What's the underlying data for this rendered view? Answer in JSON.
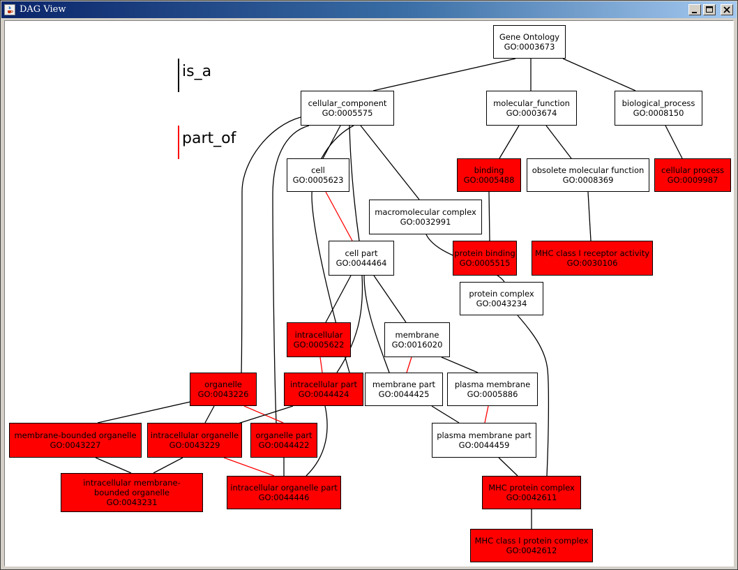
{
  "window": {
    "title": "DAG View",
    "buttons": [
      "minimize",
      "maximize",
      "close"
    ]
  },
  "legend": [
    {
      "label": "is_a",
      "color": "#000000"
    },
    {
      "label": "part_of",
      "color": "#ff0000"
    }
  ],
  "colors": {
    "highlight": "#ff0000",
    "plain": "#ffffff",
    "is_a_edge": "#000000",
    "part_of_edge": "#ff0000"
  },
  "nodes": {
    "n3673": {
      "name": "Gene Ontology",
      "id": "GO:0003673",
      "highlighted": false
    },
    "n5575": {
      "name": "cellular_component",
      "id": "GO:0005575",
      "highlighted": false
    },
    "n3674": {
      "name": "molecular_function",
      "id": "GO:0003674",
      "highlighted": false
    },
    "n8150": {
      "name": "biological_process",
      "id": "GO:0008150",
      "highlighted": false
    },
    "n5623": {
      "name": "cell",
      "id": "GO:0005623",
      "highlighted": false
    },
    "n5488": {
      "name": "binding",
      "id": "GO:0005488",
      "highlighted": true
    },
    "n8369": {
      "name": "obsolete molecular function",
      "id": "GO:0008369",
      "highlighted": false
    },
    "n9987": {
      "name": "cellular process",
      "id": "GO:0009987",
      "highlighted": true
    },
    "n32991": {
      "name": "macromolecular complex",
      "id": "GO:0032991",
      "highlighted": false
    },
    "n44464": {
      "name": "cell part",
      "id": "GO:0044464",
      "highlighted": false
    },
    "n5515": {
      "name": "protein binding",
      "id": "GO:0005515",
      "highlighted": true
    },
    "n30106": {
      "name": "MHC class I receptor activity",
      "id": "GO:0030106",
      "highlighted": true
    },
    "n43234": {
      "name": "protein complex",
      "id": "GO:0043234",
      "highlighted": false
    },
    "n5622": {
      "name": "intracellular",
      "id": "GO:0005622",
      "highlighted": true
    },
    "n16020": {
      "name": "membrane",
      "id": "GO:0016020",
      "highlighted": false
    },
    "n43226": {
      "name": "organelle",
      "id": "GO:0043226",
      "highlighted": true
    },
    "n44424": {
      "name": "intracellular part",
      "id": "GO:0044424",
      "highlighted": true
    },
    "n44425": {
      "name": "membrane part",
      "id": "GO:0044425",
      "highlighted": false
    },
    "n5886": {
      "name": "plasma membrane",
      "id": "GO:0005886",
      "highlighted": false
    },
    "n43227": {
      "name": "membrane-bounded organelle",
      "id": "GO:0043227",
      "highlighted": true
    },
    "n43229": {
      "name": "intracellular organelle",
      "id": "GO:0043229",
      "highlighted": true
    },
    "n44422": {
      "name": "organelle part",
      "id": "GO:0044422",
      "highlighted": true
    },
    "n44459": {
      "name": "plasma membrane part",
      "id": "GO:0044459",
      "highlighted": false
    },
    "n43231": {
      "name": "intracellular membrane-bounded organelle",
      "id": "GO:0043231",
      "highlighted": true
    },
    "n44446": {
      "name": "intracellular organelle part",
      "id": "GO:0044446",
      "highlighted": true
    },
    "n42611": {
      "name": "MHC protein complex",
      "id": "GO:0042611",
      "highlighted": true
    },
    "n42612": {
      "name": "MHC class I protein complex",
      "id": "GO:0042612",
      "highlighted": true
    }
  },
  "edges": [
    {
      "from": "n5575",
      "to": "n3673",
      "type": "is_a"
    },
    {
      "from": "n3674",
      "to": "n3673",
      "type": "is_a"
    },
    {
      "from": "n8150",
      "to": "n3673",
      "type": "is_a"
    },
    {
      "from": "n5623",
      "to": "n5575",
      "type": "is_a"
    },
    {
      "from": "n44464",
      "to": "n5575",
      "type": "is_a"
    },
    {
      "from": "n32991",
      "to": "n5575",
      "type": "is_a"
    },
    {
      "from": "n43226",
      "to": "n5575",
      "type": "is_a"
    },
    {
      "from": "n44422",
      "to": "n5575",
      "type": "is_a"
    },
    {
      "from": "n44424",
      "to": "n5575",
      "type": "is_a"
    },
    {
      "from": "n5488",
      "to": "n3674",
      "type": "is_a"
    },
    {
      "from": "n8369",
      "to": "n3674",
      "type": "is_a"
    },
    {
      "from": "n9987",
      "to": "n8150",
      "type": "is_a"
    },
    {
      "from": "n44464",
      "to": "n5623",
      "type": "part_of"
    },
    {
      "from": "n5515",
      "to": "n5488",
      "type": "is_a"
    },
    {
      "from": "n30106",
      "to": "n8369",
      "type": "is_a"
    },
    {
      "from": "n43234",
      "to": "n32991",
      "type": "is_a"
    },
    {
      "from": "n5622",
      "to": "n44464",
      "type": "is_a"
    },
    {
      "from": "n16020",
      "to": "n44464",
      "type": "is_a"
    },
    {
      "from": "n44424",
      "to": "n44464",
      "type": "is_a"
    },
    {
      "from": "n44425",
      "to": "n44464",
      "type": "is_a"
    },
    {
      "from": "n44424",
      "to": "n5622",
      "type": "part_of"
    },
    {
      "from": "n44425",
      "to": "n16020",
      "type": "part_of"
    },
    {
      "from": "n5886",
      "to": "n16020",
      "type": "is_a"
    },
    {
      "from": "n43227",
      "to": "n43226",
      "type": "is_a"
    },
    {
      "from": "n43229",
      "to": "n43226",
      "type": "is_a"
    },
    {
      "from": "n44422",
      "to": "n43226",
      "type": "part_of"
    },
    {
      "from": "n43229",
      "to": "n44424",
      "type": "is_a"
    },
    {
      "from": "n44446",
      "to": "n44424",
      "type": "is_a"
    },
    {
      "from": "n44459",
      "to": "n5886",
      "type": "part_of"
    },
    {
      "from": "n44459",
      "to": "n44425",
      "type": "is_a"
    },
    {
      "from": "n43231",
      "to": "n43227",
      "type": "is_a"
    },
    {
      "from": "n43231",
      "to": "n43229",
      "type": "is_a"
    },
    {
      "from": "n44446",
      "to": "n43229",
      "type": "part_of"
    },
    {
      "from": "n44446",
      "to": "n44422",
      "type": "is_a"
    },
    {
      "from": "n42611",
      "to": "n44459",
      "type": "is_a"
    },
    {
      "from": "n42611",
      "to": "n43234",
      "type": "is_a"
    },
    {
      "from": "n42612",
      "to": "n42611",
      "type": "is_a"
    }
  ]
}
